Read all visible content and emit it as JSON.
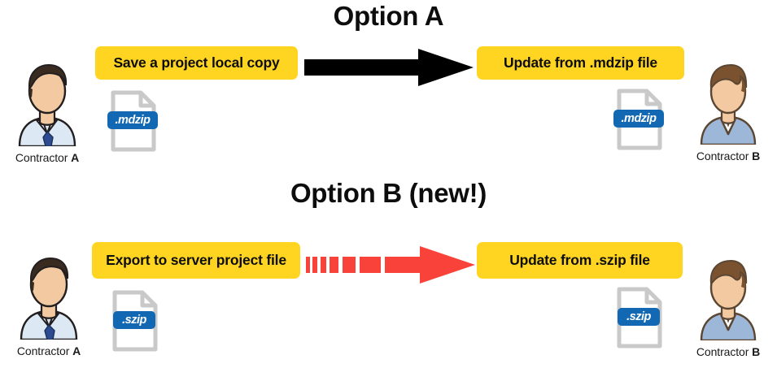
{
  "sections": [
    {
      "title": "Option A",
      "left_action_label": "Save a project local copy",
      "right_action_label": "Update from .mdzip file",
      "arrow_style": "solid-black",
      "arrow_color": "#000000",
      "file_extension": ".mdzip",
      "left_person": {
        "name_prefix": "Contractor",
        "name_suffix": "A"
      },
      "right_person": {
        "name_prefix": "Contractor",
        "name_suffix": "B"
      }
    },
    {
      "title": "Option B (new!)",
      "left_action_label": "Export to server project file",
      "right_action_label": "Update from .szip file",
      "arrow_style": "dashed-red",
      "arrow_color": "#F9423A",
      "file_extension": ".szip",
      "left_person": {
        "name_prefix": "Contractor",
        "name_suffix": "A"
      },
      "right_person": {
        "name_prefix": "Contractor",
        "name_suffix": "B"
      }
    }
  ],
  "colors": {
    "action_box_yellow": "#FFD522",
    "badge_blue": "#1268B3",
    "file_outline_grey": "#C9C9C9",
    "arrow_black": "#000000",
    "arrow_red": "#F9423A",
    "skin": "#F2C9A0",
    "hair_dark": "#3A2B20",
    "hair_light": "#7A5230",
    "shirt_light_blue": "#DCE9F4",
    "tie_navy": "#2D4B8E",
    "sweater_blue": "#9DB7D8",
    "title_text": "#0D0D0D"
  },
  "icons": {
    "file": "file-document-icon",
    "person_a": "person-avatar-icon",
    "person_b": "person-avatar-icon",
    "arrow_solid": "arrow-right-solid-icon",
    "arrow_dashed": "arrow-right-dashed-icon"
  }
}
